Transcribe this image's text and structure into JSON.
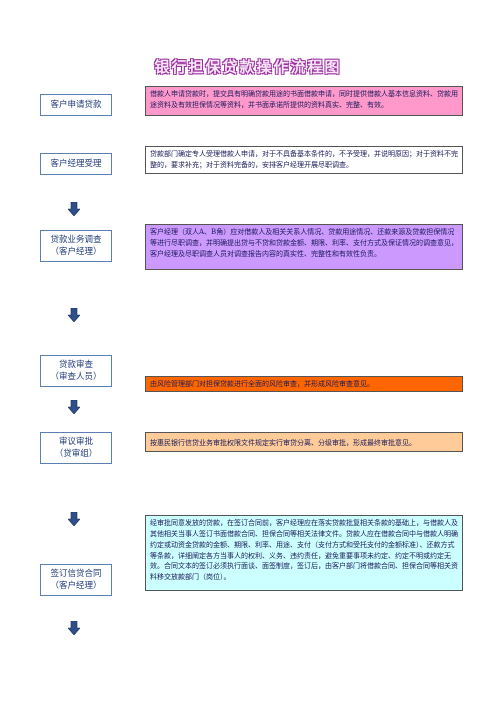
{
  "title": "银行担保贷款操作流程图",
  "steps": [
    {
      "line1": "客户申请贷款",
      "line2": ""
    },
    {
      "line1": "客户经理受理",
      "line2": ""
    },
    {
      "line1": "贷款业务调查",
      "line2": "（客户经理）"
    },
    {
      "line1": "贷款审查",
      "line2": "（审查人员）"
    },
    {
      "line1": "审议审批",
      "line2": "（贷审组）"
    },
    {
      "line1": "签订信贷合同",
      "line2": "（客户经理）"
    }
  ],
  "descriptions": [
    {
      "text": "借款人申请贷款时，提交具有明确贷款用途的书面借款申请，同时提供借款人基本信息资料、贷款用途资料及有效担保情况等资料，并书面承诺所提供的资料真实、完整、有效。",
      "color": "#ff99cc"
    },
    {
      "text": "贷款部门确定专人受理借款人申请，对于不具备基本条件的，不予受理，并说明原因；对于资料不完整的，要求补充；对于资料完备的，安排客户经理开展尽职调查。",
      "color": "#ffffff"
    },
    {
      "text": "客户经理（双人A、B角）应对借款人及相关关系人情况、贷款用途情况、还款来源及贷款担保情况等进行尽职调查，并明确提出贷与不贷和贷款金额、期限、利率、支付方式及保证情况的调查意见，客户经理及尽职调查人员对调查报告内容的真实性、完整性和有效性负责。",
      "color": "#cc99ff"
    },
    {
      "text": "由风险管理部门对担保贷款进行全面的风险审查，并形成风险审查意见。",
      "color": "#ff6600"
    },
    {
      "text": "按惠民银行信贷业务审批权限文件规定实行审贷分离、分级审批，形成最终审批意见。",
      "color": "#ffcc99"
    },
    {
      "text": "经审批同意发放的贷款，在签订合同前，客户经理应在落实贷款批复相关条款的基础上，与借款人及其他相关当事人签订书面借款合同、担保合同等相关法律文件。贷款人应在借款合同中与借款人明确约定或动资金贷款的金额、期限、利率、用途、支付（支付方式和受托支付的金额标准）、还款方式等条款，详细阐定各方当事人的权利、义务、违约责任，避免重要事项未约定、约定不明或约定无效。合同文本的签订必须执行面谈、面签制度，签订后，由客户部门将借款合同、担保合同等相关资料移交放款部门（岗位）。",
      "color": "#ccffff"
    }
  ]
}
